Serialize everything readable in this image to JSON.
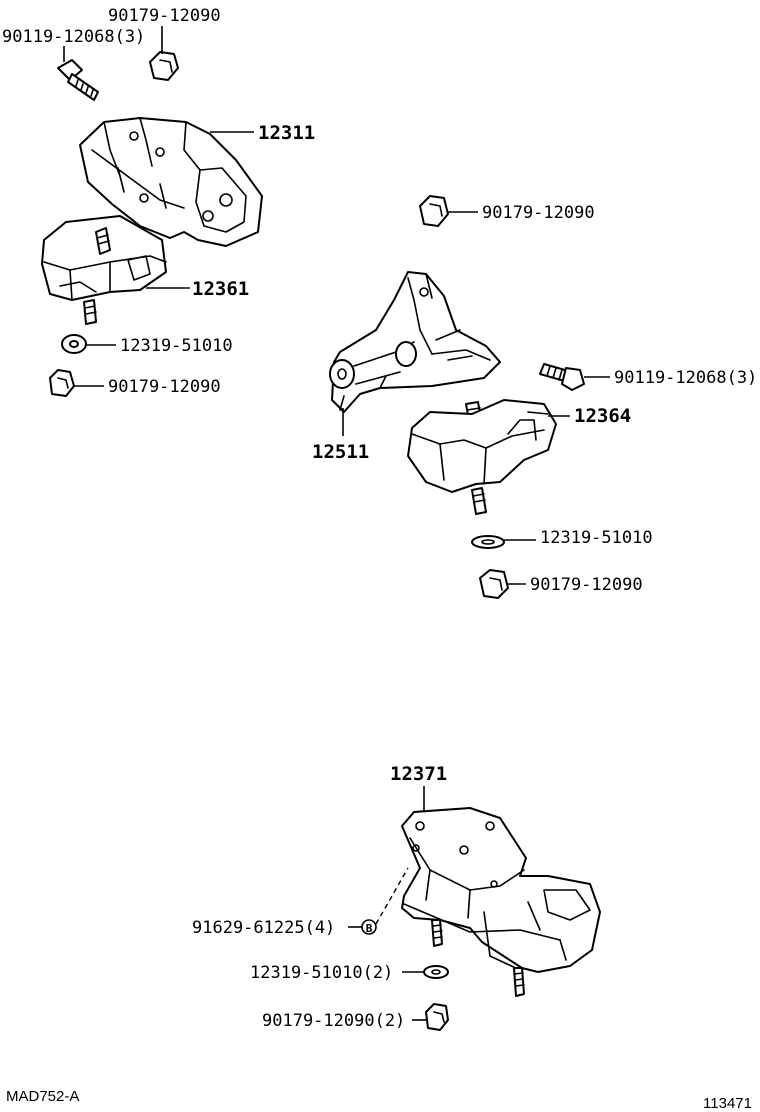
{
  "labels": {
    "upper_left": {
      "bolt_top": "90119-12068(3)",
      "nut_top": "90179-12090",
      "bracket": "12311",
      "insulator": "12361",
      "washer": "12319-51010",
      "nut_bottom": "90179-12090"
    },
    "right_group": {
      "nut_top": "90179-12090",
      "bolt": "90119-12068(3)",
      "bracket": "12511",
      "insulator": "12364",
      "washer": "12319-51010",
      "nut_bottom": "90179-12090"
    },
    "lower_group": {
      "mount": "12371",
      "stud_bolt": "91629-61225(4)",
      "stud_marker": "B",
      "washer": "12319-51010(2)",
      "nut": "90179-12090(2)"
    }
  },
  "footer": {
    "drawing_id": "MAD752-A",
    "page_number": "113471"
  }
}
